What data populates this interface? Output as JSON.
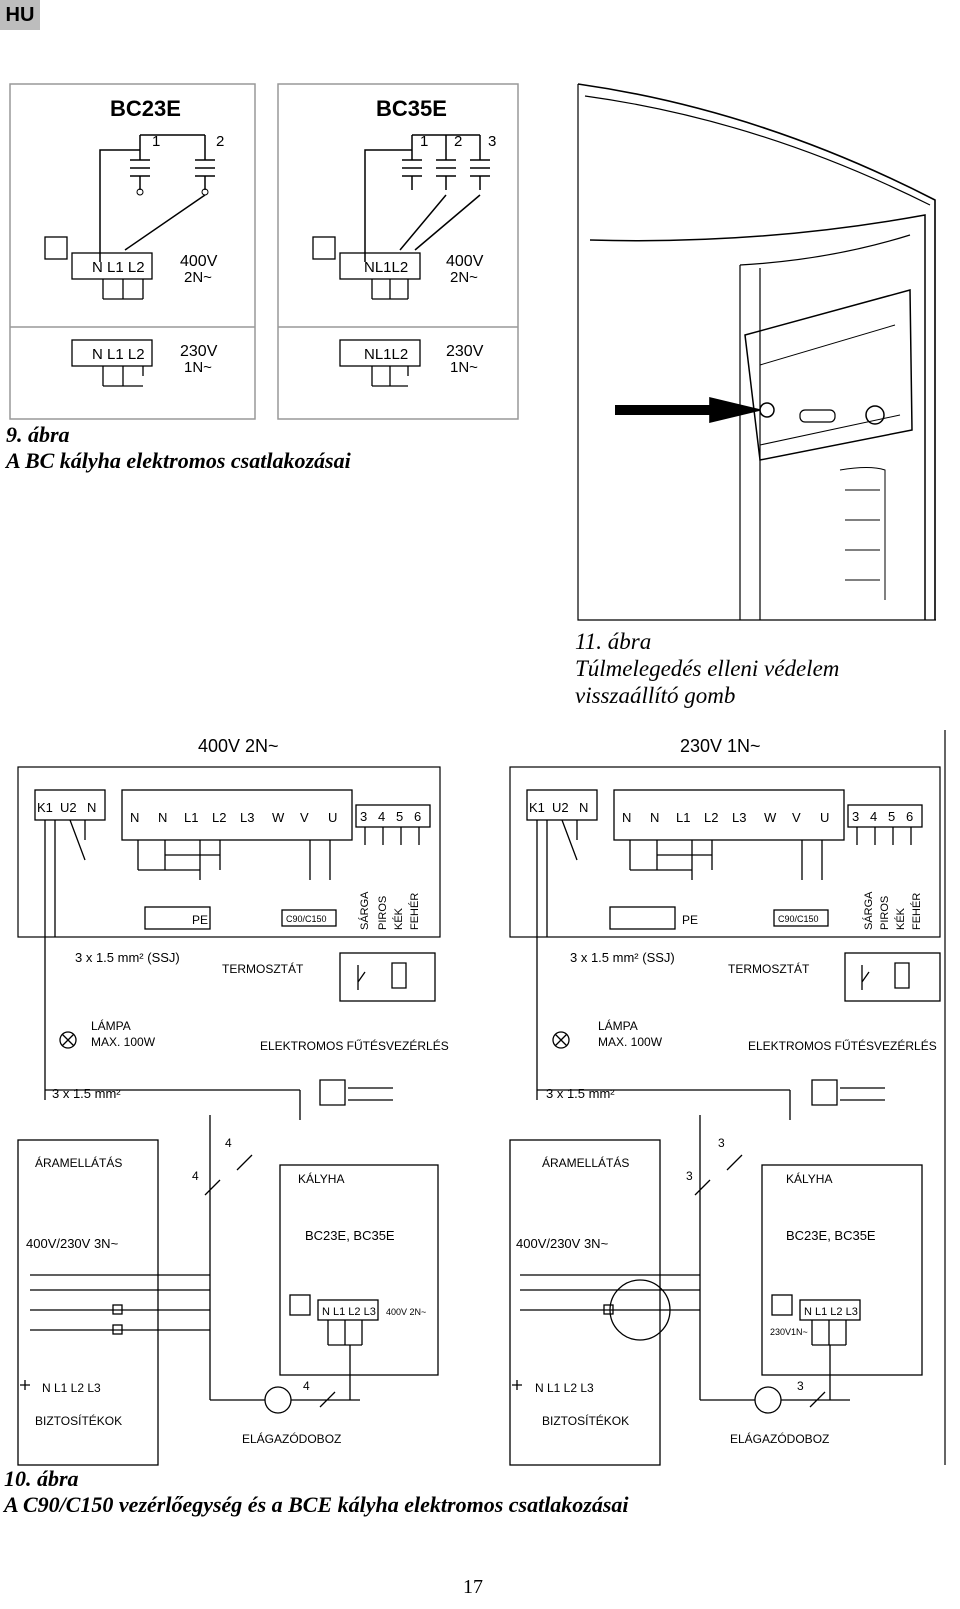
{
  "header": {
    "lang": "HU"
  },
  "fig9": {
    "num": "9. ábra",
    "title": "A BC kályha elektromos csatlakozásai",
    "left": {
      "model": "BC23E",
      "elements": [
        "1",
        "2"
      ],
      "terminals": "N L1 L2",
      "supply_400": "400V",
      "supply_400_phase": "2N~",
      "supply_230": "230V",
      "supply_230_phase": "1N~"
    },
    "right": {
      "model": "BC35E",
      "elements": [
        "1",
        "2",
        "3"
      ],
      "terminals": "NL1L2",
      "supply_400": "400V",
      "supply_400_phase": "2N~",
      "supply_230": "230V",
      "supply_230_phase": "1N~"
    }
  },
  "fig11": {
    "num": "11. ábra",
    "line1": "Túlmelegedés elleni védelem",
    "line2": "visszaállító gomb"
  },
  "fig10": {
    "num": "10. ábra",
    "title": "A C90/C150 vezérlőegység és a BCE kályha elektromos csatlakozásai",
    "left": {
      "supply": "400V 2N~",
      "term_group1": [
        "K1",
        "U2",
        "N"
      ],
      "term_group2": [
        "N",
        "N",
        "L1",
        "L2",
        "L3",
        "W",
        "V",
        "U"
      ],
      "term_group3": [
        "3",
        "4",
        "5",
        "6"
      ],
      "pe": "PE",
      "unit": "C90/C150",
      "colors": [
        "SÁRGA",
        "PIROS",
        "KÉK",
        "FEHÉR"
      ],
      "cable1": "3 x 1.5 mm² (SSJ)",
      "thermostat": "TERMOSZTÁT",
      "lamp": "LÁMPA",
      "lamp_max": "MAX. 100W",
      "heating_control": "ELEKTROMOS FŰTÉSVEZÉRLÉS",
      "cable2": "3 x 1.5 mm²",
      "power_supply": "ÁRAMELLÁTÁS",
      "stove": "KÁLYHA",
      "count_a": "4",
      "count_b": "4",
      "count_c": "4",
      "mains": "400V/230V 3N~",
      "stove_models": "BC23E, BC35E",
      "stove_supply": "400V 2N~",
      "fuse_terminals": "N L1 L2 L3",
      "fuses": "BIZTOSÍTÉKOK",
      "junction": "ELÁGAZÓDOBOZ"
    },
    "right": {
      "supply": "230V 1N~",
      "term_group1": [
        "K1",
        "U2",
        "N"
      ],
      "term_group2": [
        "N",
        "N",
        "L1",
        "L2",
        "L3",
        "W",
        "V",
        "U"
      ],
      "term_group3": [
        "3",
        "4",
        "5",
        "6"
      ],
      "pe": "PE",
      "unit": "C90/C150",
      "colors": [
        "SÁRGA",
        "PIROS",
        "KÉK",
        "FEHÉR"
      ],
      "cable1": "3 x 1.5 mm² (SSJ)",
      "thermostat": "TERMOSZTÁT",
      "lamp": "LÁMPA",
      "lamp_max": "MAX. 100W",
      "heating_control": "ELEKTROMOS FŰTÉSVEZÉRLÉS",
      "cable2": "3 x 1.5 mm²",
      "power_supply": "ÁRAMELLÁTÁS",
      "stove": "KÁLYHA",
      "count_a": "3",
      "count_b": "3",
      "count_c": "3",
      "mains": "400V/230V 3N~",
      "stove_models": "BC23E, BC35E",
      "stove_supply": "230V1N~",
      "fuse_terminals": "N L1 L2 L3",
      "fuses": "BIZTOSÍTÉKOK",
      "junction": "ELÁGAZÓDOBOZ"
    }
  },
  "page": {
    "number": "17"
  }
}
